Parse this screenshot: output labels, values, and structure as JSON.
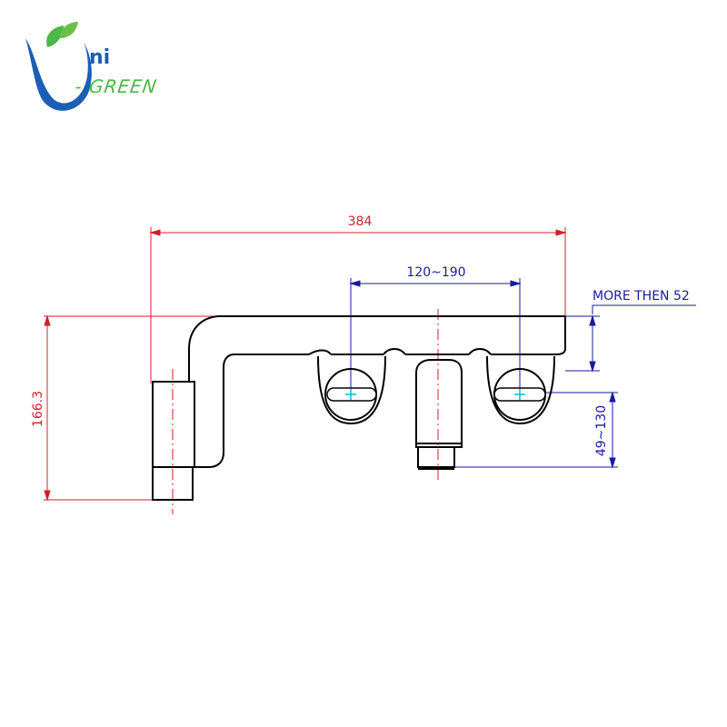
{
  "logo": {
    "main_text": "ni",
    "sub_text": "- GREEN",
    "blue": "#1a5fb4",
    "green": "#4db848"
  },
  "dimensions": {
    "overall_width": "384",
    "center_spacing": "120~190",
    "overall_height": "166.3",
    "spout_projection": "49~130",
    "wall_clearance": "MORE THEN 52"
  },
  "colors": {
    "outline": "#000000",
    "red_dimension": "#d0202a",
    "blue_dimension": "#1a1aa0",
    "center_mark": "#1ab0d8"
  }
}
